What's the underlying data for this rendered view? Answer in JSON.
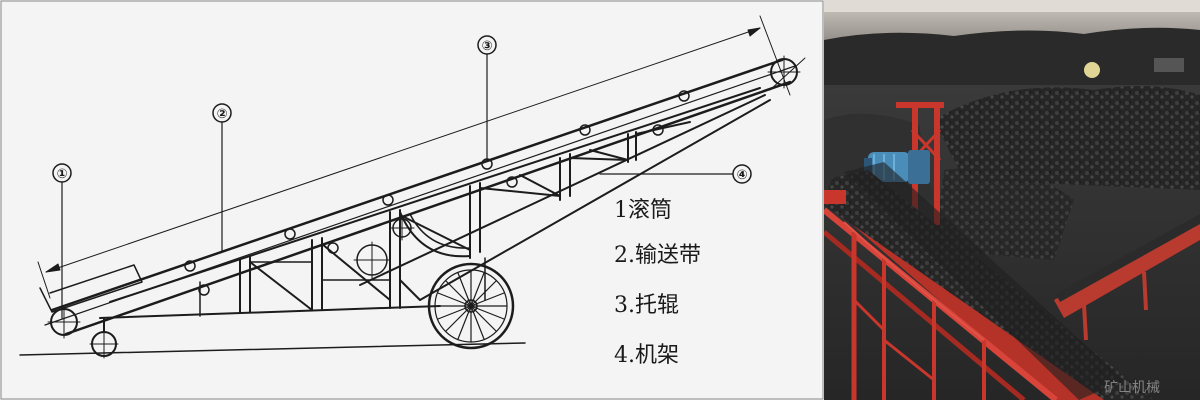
{
  "diagram": {
    "callouts": [
      "①",
      "②",
      "③",
      "④"
    ],
    "legend": [
      "1滚筒",
      "2.输送带",
      "3.托辊",
      "4.机架"
    ]
  },
  "photo": {
    "watermark": "矿山机械"
  },
  "colors": {
    "line": "#1c1c1c",
    "paper": "#f4f4f4",
    "frame_red": "#c8362c",
    "motor_blue": "#4a8db8",
    "coal": "#2b2b2b"
  }
}
